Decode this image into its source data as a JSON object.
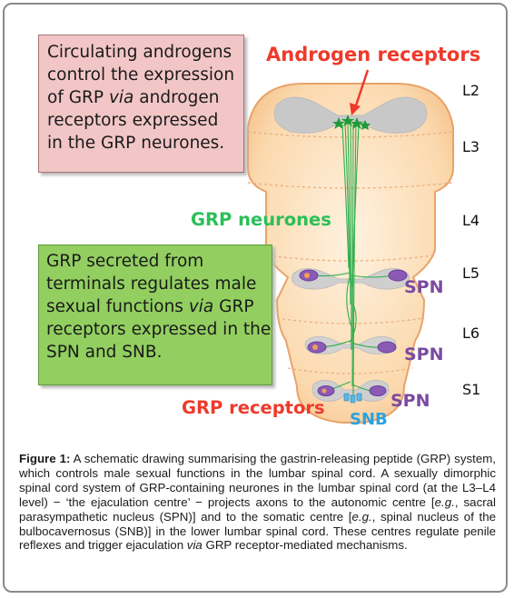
{
  "box_androgen": {
    "line1": "Circulating androgens",
    "line2": "control the expression",
    "line3a": "of GRP ",
    "line3b": "via",
    "line3c": " androgen",
    "line4": "receptors expressed",
    "line5": "in the GRP neurones."
  },
  "box_grp": {
    "line1": "GRP secreted from",
    "line2": "terminals regulates male",
    "line3a": "sexual functions ",
    "line3b": "via",
    "line3c": " GRP",
    "line4": "receptors expressed in the",
    "line5": "SPN and SNB."
  },
  "labels": {
    "androgen_receptors": "Androgen receptors",
    "grp_neurones": "GRP neurones",
    "grp_receptors": "GRP receptors",
    "spn": "SPN",
    "snb": "SNB"
  },
  "segments": [
    "L2",
    "L3",
    "L4",
    "L5",
    "L6",
    "S1"
  ],
  "caption": {
    "label": "Figure 1:",
    "t1": " A schematic drawing summarising the gastrin-releasing peptide (GRP) system, which controls male sexual functions in the lumbar spinal cord. A sexually dimorphic spinal cord system of GRP-containing neurones in the lumbar spinal cord (at the L3–L4 level) − ‘the ejaculation centre’ − projects axons to the autonomic centre [",
    "eg1": "e.g.",
    "t2": ", sacral parasympathetic nucleus (SPN)] and to the somatic centre [",
    "eg2": "e.g.",
    "t3": ", spinal nucleus of the bulbocavernosus (SNB)] in the lower lumbar spinal cord. These centres regulate penile reflexes and trigger ejaculation ",
    "via": "via",
    "t4": " GRP receptor-mediated mechanisms."
  },
  "colors": {
    "cord_fill": "#fbdcb4",
    "cord_edge": "#e8a36a",
    "gray_matter": "#c8c8c8",
    "fibers": "#2fae4c",
    "neurone_star": "#1f9a3a",
    "arrow": "#ee3a2b",
    "nucleus": "#8a5ab5",
    "snb_receptor": "#5ab8e8"
  }
}
